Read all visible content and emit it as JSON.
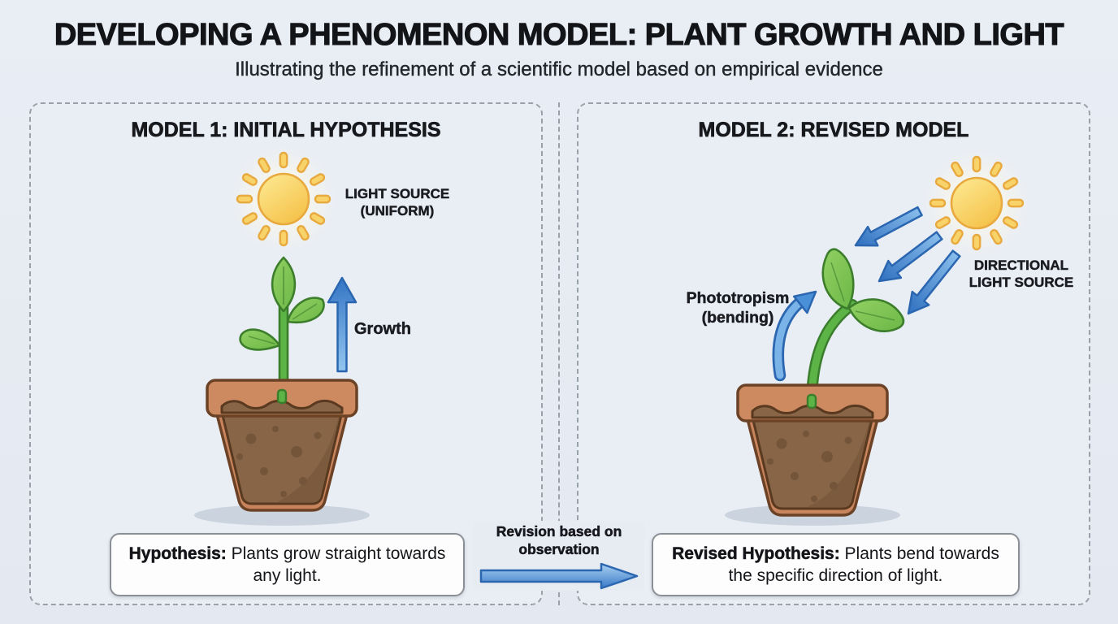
{
  "header": {
    "title": "DEVELOPING A PHENOMENON MODEL: PLANT GROWTH AND LIGHT",
    "subtitle": "Illustrating the refinement of a scientific model based on empirical evidence"
  },
  "model1": {
    "title": "MODEL 1: INITIAL HYPOTHESIS",
    "light_source_label": [
      "LIGHT SOURCE",
      "(UNIFORM)"
    ],
    "growth_label": "Growth",
    "hypothesis": {
      "lead": "Hypothesis:",
      "text": " Plants grow straight towards any light."
    }
  },
  "model2": {
    "title": "MODEL 2: REVISED MODEL",
    "light_source_label": [
      "DIRECTIONAL",
      "LIGHT SOURCE"
    ],
    "phototropism_label": [
      "Phototropism",
      "(bending)"
    ],
    "hypothesis": {
      "lead": "Revised Hypothesis:",
      "text": " Plants bend towards the specific direction of light."
    }
  },
  "revision": {
    "label_line1": "Revision based on",
    "label_line2": "observation"
  },
  "colors": {
    "background": "#e7ebf2",
    "panel_border": "#99a1ab",
    "sun_body": "#f9d45e",
    "sun_ray": "#f8d36a",
    "sun_outline": "#e8a93f",
    "arrow_blue": "#3f83d3",
    "arrow_blue_dark": "#2b66b0",
    "stem_green": "#5cb447",
    "leaf_green": "#7fc355",
    "leaf_outline": "#3c7e2b",
    "pot_terracotta": "#c8845c",
    "pot_outline": "#6b4226",
    "soil_brown": "#876546",
    "text_dark": "#15171b",
    "box_background": "#fdfdfe"
  }
}
